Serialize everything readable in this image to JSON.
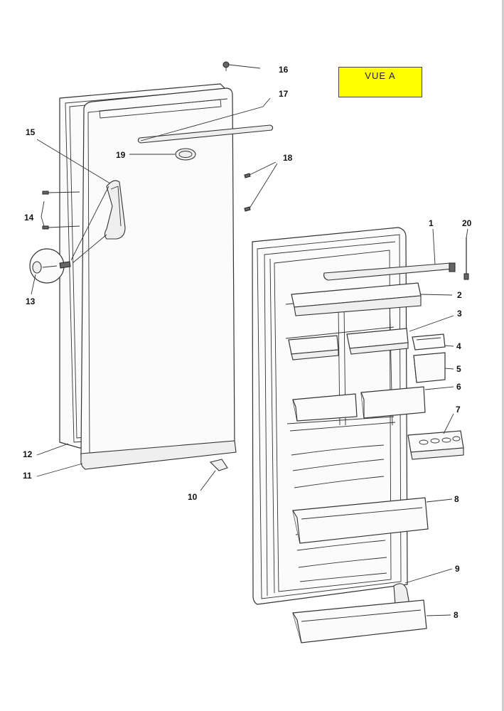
{
  "view_label": "VUE A",
  "colors": {
    "label_box": "#ffff00",
    "line": "#222222",
    "part_fill": "#fbfbfb"
  },
  "callouts": {
    "c1": "1",
    "c2": "2",
    "c3": "3",
    "c4": "4",
    "c5": "5",
    "c6": "6",
    "c7": "7",
    "c8a": "8",
    "c8b": "8",
    "c9": "9",
    "c10": "10",
    "c11": "11",
    "c12": "12",
    "c13": "13",
    "c14": "14",
    "c15": "15",
    "c16": "16",
    "c17": "17",
    "c18": "18",
    "c19": "19",
    "c20": "20"
  }
}
